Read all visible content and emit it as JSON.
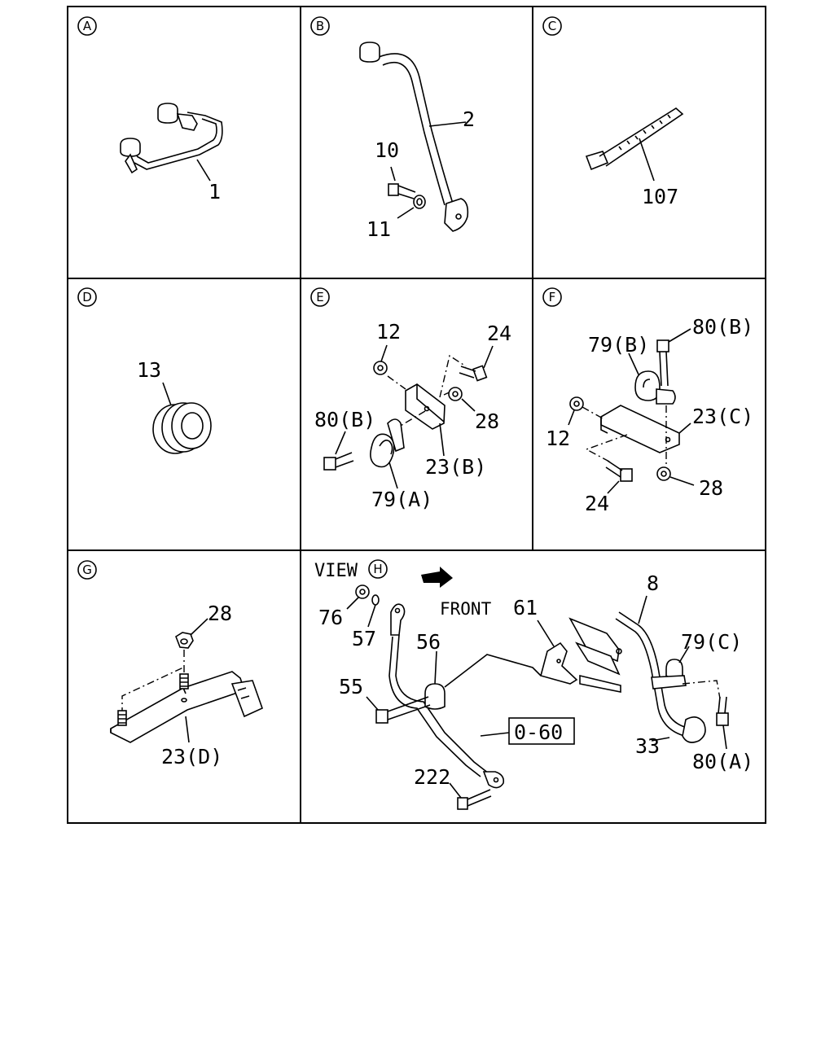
{
  "panels": [
    {
      "letter": "A",
      "labels": [
        "1"
      ]
    },
    {
      "letter": "B",
      "labels": [
        "2",
        "10",
        "11"
      ]
    },
    {
      "letter": "C",
      "labels": [
        "107"
      ]
    },
    {
      "letter": "D",
      "labels": [
        "13"
      ]
    },
    {
      "letter": "E",
      "labels": [
        "12",
        "24",
        "80(B)",
        "28",
        "23(B)",
        "79(A)"
      ]
    },
    {
      "letter": "F",
      "labels": [
        "79(B)",
        "80(B)",
        "23(C)",
        "12",
        "28",
        "24"
      ]
    },
    {
      "letter": "G",
      "labels": [
        "28",
        "23(D)"
      ]
    },
    {
      "letter": "H",
      "view_prefix": "VIEW",
      "front_label": "FRONT",
      "labels": [
        "8",
        "76",
        "57",
        "61",
        "56",
        "79(C)",
        "55",
        "0-60",
        "33",
        "80(A)",
        "222"
      ]
    }
  ]
}
